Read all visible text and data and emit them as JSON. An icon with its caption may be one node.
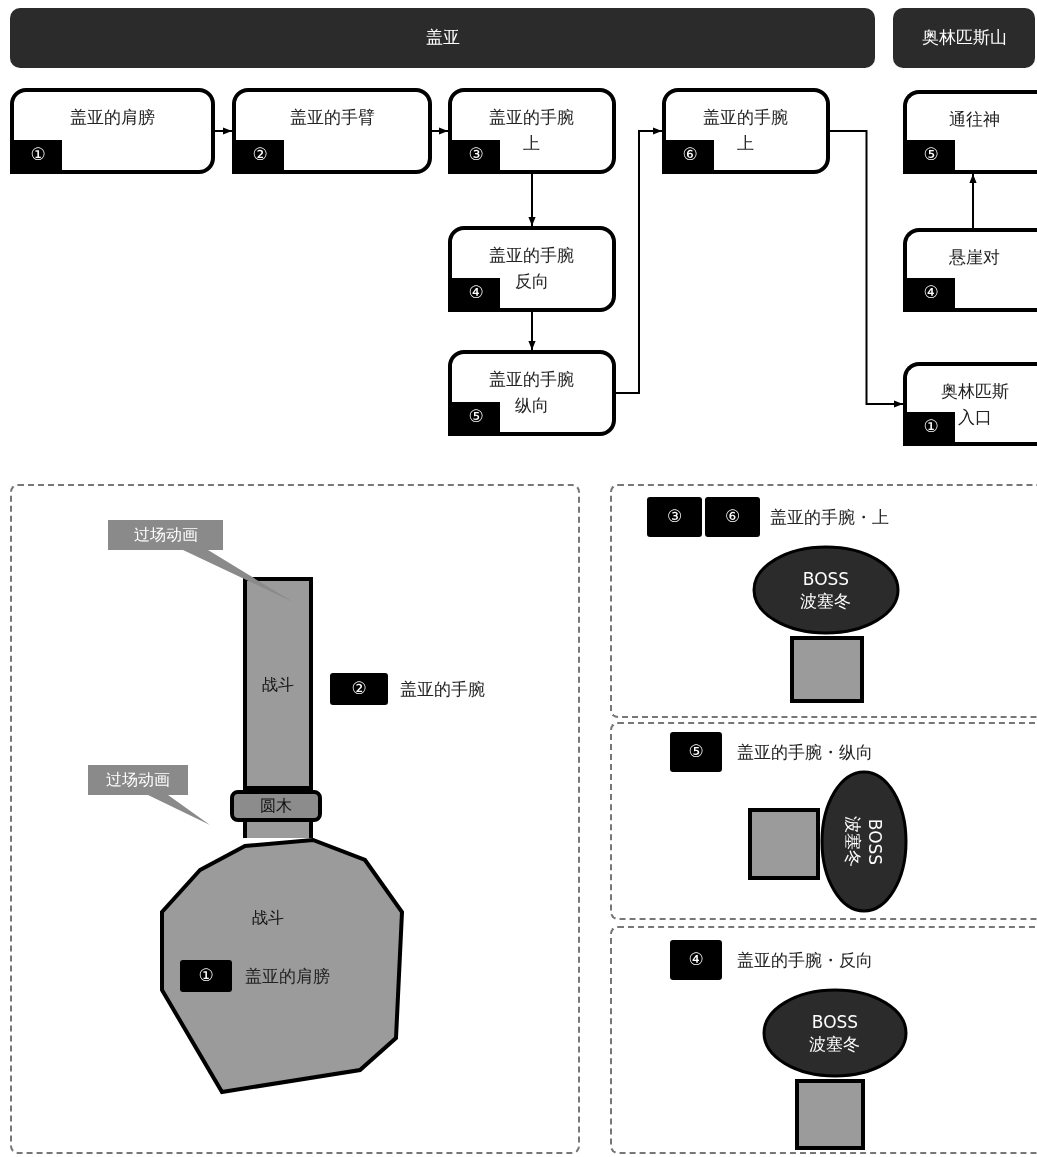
{
  "diagram": {
    "nodes": [
      {
        "text": [
          "盖亚"
        ]
      },
      {
        "text": [
          "奥林匹斯山"
        ]
      },
      {
        "text": [
          "盖亚的肩膀",
          "①"
        ]
      },
      {
        "text": [
          "盖亚的手臂",
          "②"
        ]
      },
      {
        "text": [
          "盖亚的手腕上",
          "③"
        ]
      },
      {
        "text": [
          "盖亚的手腕反向",
          "④"
        ]
      },
      {
        "text": [
          "盖亚的手腕纵向",
          "⑤"
        ]
      },
      {
        "text": [
          "盖亚的手腕上",
          "⑥"
        ]
      },
      {
        "text": [
          "通往神",
          "⑤"
        ]
      },
      {
        "text": [
          "悬崖对",
          "④"
        ]
      },
      {
        "text": [
          "奥林匹斯入口",
          "①"
        ]
      },
      {
        "text": [],
        "shape": "box"
      },
      {
        "text": [
          "过场动画"
        ],
        "in": 11
      },
      {
        "text": [
          "战斗"
        ],
        "in": 11
      },
      {
        "text": [
          "圆木"
        ],
        "in": 11
      },
      {
        "text": [
          "战斗"
        ],
        "in": 11
      },
      {
        "text": [
          "过场动画"
        ],
        "in": 11
      },
      {
        "text": [
          "②"
        ],
        "in": 11,
        "beside": [
          "盖亚的手腕"
        ]
      },
      {
        "text": [
          "①"
        ],
        "in": 15,
        "beside": [
          "盖亚的肩膀"
        ]
      },
      {
        "text": [],
        "shape": "box"
      },
      {
        "text": [
          "③"
        ],
        "in": 19
      },
      {
        "text": [
          "⑥"
        ],
        "in": 19,
        "beside": [
          "盖亚的手腕・上"
        ]
      },
      {
        "text": [
          "BOSS 波塞冬"
        ],
        "in": 19
      },
      {
        "text": [],
        "shape": "box",
        "in": 19
      },
      {
        "text": [],
        "shape": "box"
      },
      {
        "text": [
          "⑤"
        ],
        "in": 24,
        "beside": [
          "盖亚的手腕・纵向"
        ]
      },
      {
        "text": [],
        "shape": "box",
        "in": 24
      },
      {
        "text": [
          "BOSS 波塞冬"
        ],
        "in": 24
      },
      {
        "text": [],
        "shape": "box"
      },
      {
        "text": [
          "④"
        ],
        "in": 28,
        "beside": [
          "盖亚的手腕・反向"
        ]
      },
      {
        "text": [
          "BOSS 波塞冬"
        ],
        "in": 28
      },
      {
        "text": [],
        "shape": "box",
        "in": 28
      }
    ],
    "edges": [
      {
        "from": 2,
        "to": 3,
        "arrow": "to"
      },
      {
        "from": 3,
        "to": 4,
        "arrow": "to"
      },
      {
        "from": 4,
        "to": 5,
        "arrow": "to"
      },
      {
        "from": 5,
        "to": 6,
        "arrow": "to"
      },
      {
        "from": 6,
        "to": 7,
        "arrow": "to"
      },
      {
        "from": 7,
        "to": 10,
        "arrow": "to"
      },
      {
        "from": 9,
        "to": 8,
        "arrow": "to"
      }
    ]
  }
}
